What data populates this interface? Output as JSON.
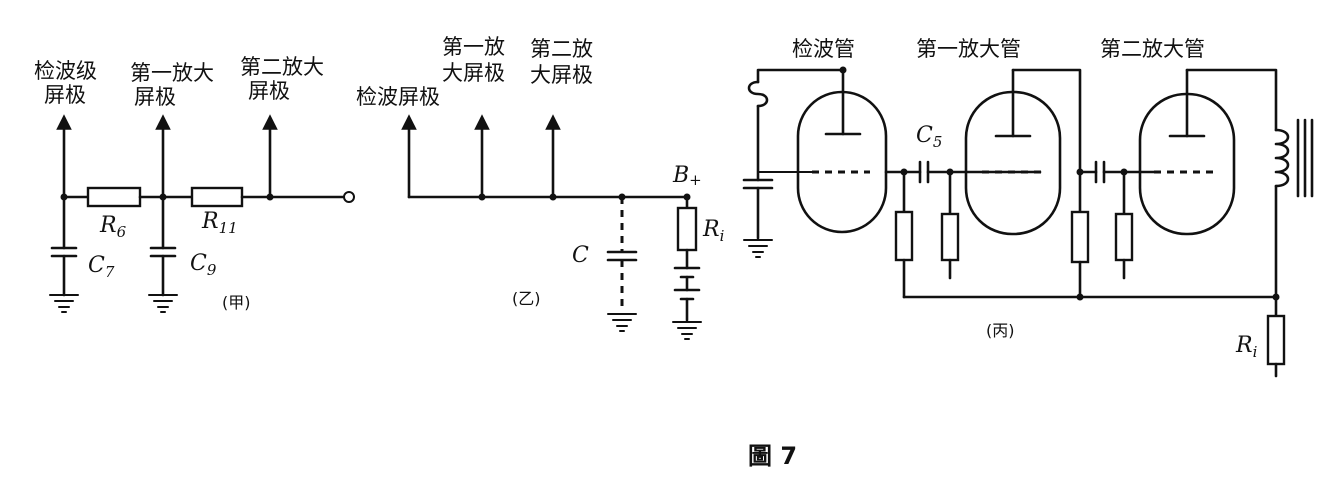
{
  "panel_a": {
    "label_detector": [
      "检波级",
      "屏极"
    ],
    "label_first": [
      "第一放大",
      "屏极"
    ],
    "label_second": [
      "第二放大",
      "屏极"
    ],
    "r1": "R",
    "r1_sub": "6",
    "r2": "R",
    "r2_sub": "11",
    "c1": "C",
    "c1_sub": "7",
    "c2": "C",
    "c2_sub": "9",
    "caption": "(甲)"
  },
  "panel_b": {
    "label_detector": "检波屏极",
    "label_first": [
      "第一放",
      "大屏极"
    ],
    "label_second": [
      "第二放",
      "大屏极"
    ],
    "supply": "B",
    "supply_sub": "+",
    "cap": "C",
    "res": "R",
    "res_sub": "i",
    "caption": "(乙)"
  },
  "panel_c": {
    "tube1": "检波管",
    "tube2": "第一放大管",
    "tube3": "第二放大管",
    "cap": "C",
    "cap_sub": "5",
    "res": "R",
    "res_sub": "i",
    "caption": "(丙)"
  },
  "figure_caption": "圖 7"
}
